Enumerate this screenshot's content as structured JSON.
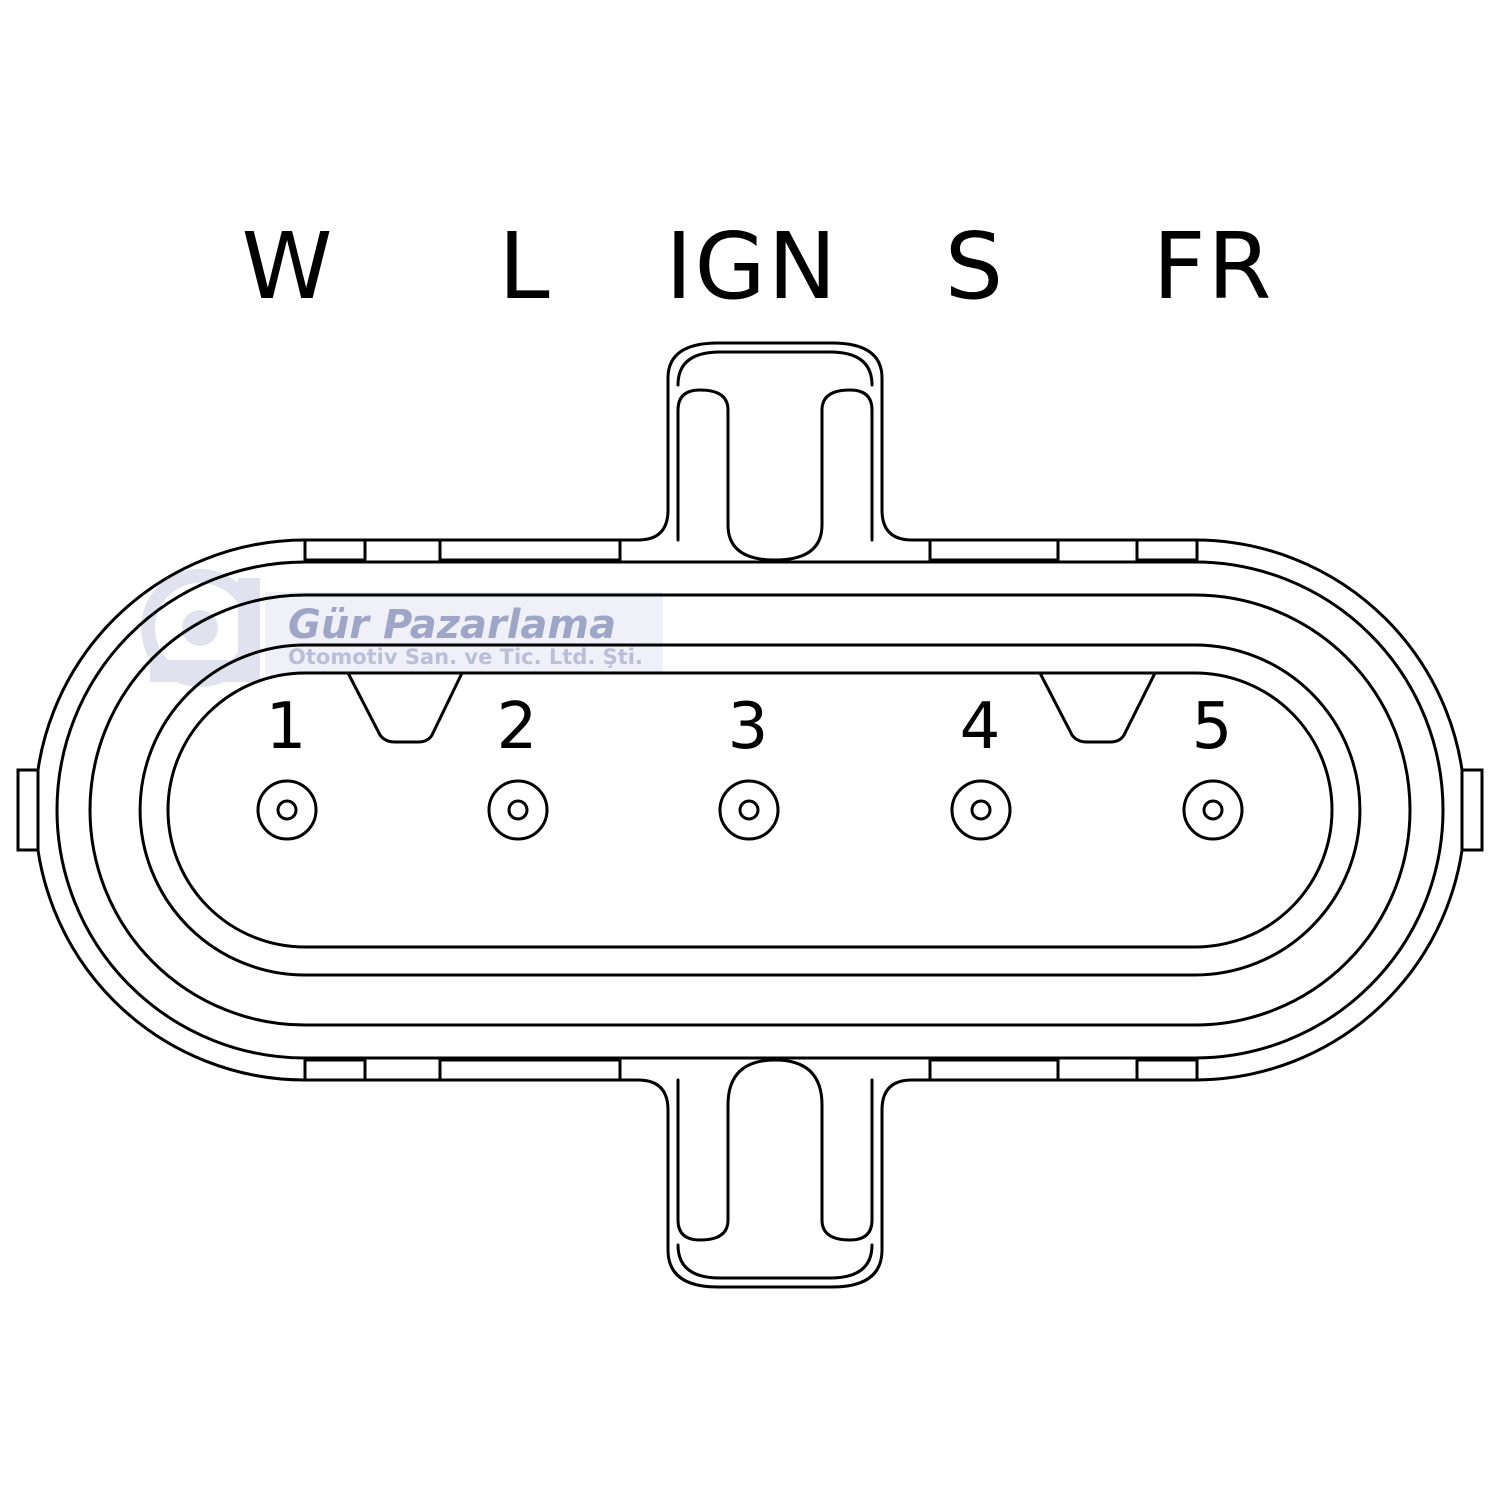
{
  "terminal_labels": [
    "W",
    "L",
    "IGN",
    "S",
    "FR"
  ],
  "pin_numbers": [
    "1",
    "2",
    "3",
    "4",
    "5"
  ],
  "watermark": {
    "company": "Gür Pazarlama",
    "subtitle": "Otomotiv San. ve Tic. Ltd. Şti."
  }
}
